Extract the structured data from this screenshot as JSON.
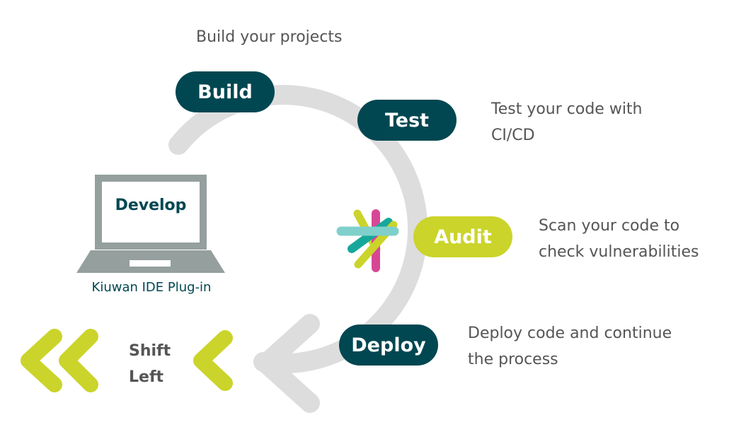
{
  "build_caption": "Build your projects",
  "stages": {
    "build": "Build",
    "test": "Test",
    "audit": "Audit",
    "deploy": "Deploy"
  },
  "test_caption": [
    "Test your code with",
    "CI/CD"
  ],
  "audit_caption": [
    "Scan your code to",
    "check vulnerabilities"
  ],
  "deploy_caption": [
    "Deploy code and continue",
    "the process"
  ],
  "develop_label": "Develop",
  "plugin_label": "Kiuwan IDE Plug-in",
  "shift_left": [
    "Shift",
    "Left"
  ],
  "colors": {
    "dark_teal": "#004751",
    "lime": "#cbd42a",
    "cycle_gray": "#dddddd",
    "laptop_gray": "#95a09e",
    "text_gray": "#555555",
    "logo_teal": "#7fd0cb",
    "logo_green": "#17a79a",
    "logo_pink": "#d64896"
  },
  "icons": {
    "laptop": "laptop-icon",
    "logo": "kiuwan-logo-icon",
    "arrow": "cycle-arrow-icon",
    "chevrons": "chevron-left-icon"
  }
}
